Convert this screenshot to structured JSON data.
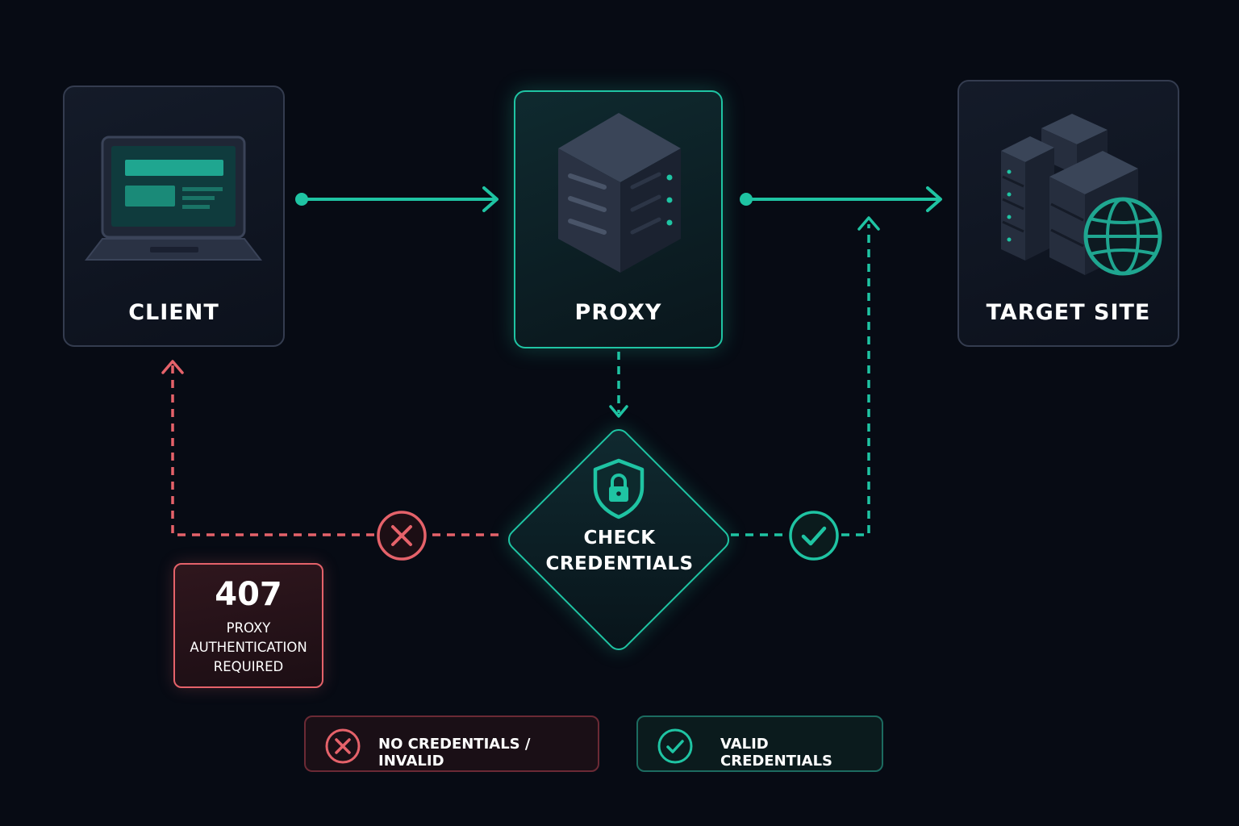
{
  "nodes": {
    "client": {
      "label": "CLIENT"
    },
    "proxy": {
      "label": "PROXY"
    },
    "target": {
      "label": "TARGET SITE"
    }
  },
  "decision": {
    "line1": "CHECK",
    "line2": "CREDENTIALS"
  },
  "error": {
    "code": "407",
    "line1": "PROXY",
    "line2": "AUTHENTICATION",
    "line3": "REQUIRED"
  },
  "legend": {
    "invalid": "NO CREDENTIALS / INVALID",
    "valid": "VALID CREDENTIALS"
  },
  "colors": {
    "background": "#070b14",
    "accent": "#1fc4a3",
    "error": "#e5626a",
    "node_border": "#343c4f"
  }
}
